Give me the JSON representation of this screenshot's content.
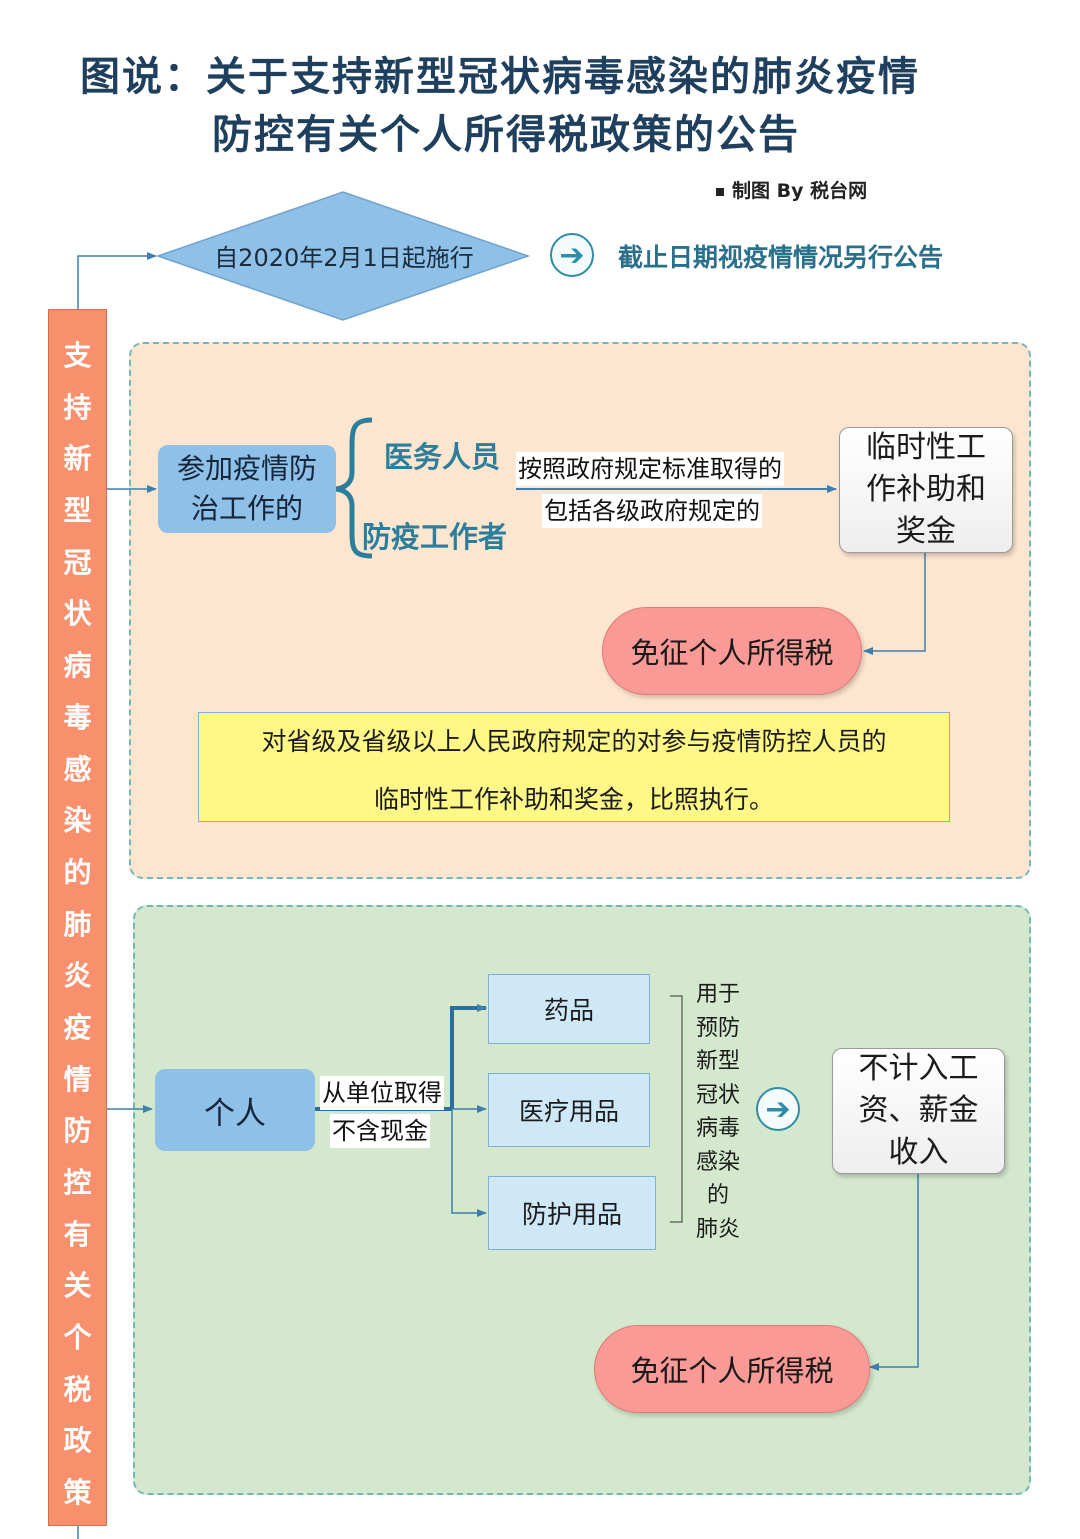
{
  "title": {
    "line1": "图说：关于支持新型冠状病毒感染的肺炎疫情",
    "line2": "防控有关个人所得税政策的公告"
  },
  "credit": "制图 By 税台网",
  "start": {
    "text": "自2020年2月1日起施行",
    "arrow_glyph": "➔",
    "deadline": "截止日期视疫情情况另行公告"
  },
  "side_bar": {
    "chars": [
      "支",
      "持",
      "新",
      "型",
      "冠",
      "状",
      "病",
      "毒",
      "感",
      "染",
      "的",
      "肺",
      "炎",
      "疫",
      "情",
      "防",
      "控",
      "有",
      "关",
      "个",
      "税",
      "政",
      "策"
    ]
  },
  "section1": {
    "participant": "参加疫情防治工作的",
    "participant_lines": [
      "参加疫情防",
      "治工作的"
    ],
    "roles": [
      "医务人员",
      "防疫工作者"
    ],
    "condition_line1": "按照政府规定标准取得的",
    "condition_line2": "包括各级政府规定的",
    "result_lines": [
      "临时性工",
      "作补助和",
      "奖金"
    ],
    "exempt": "免征个人所得税",
    "note_line1": "对省级及省级以上人民政府规定的对参与疫情防控人员的",
    "note_line2": "临时性工作补助和奖金，比照执行。"
  },
  "section2": {
    "person": "个人",
    "source_line1": "从单位取得",
    "source_line2": "不含现金",
    "items": [
      "药品",
      "医疗用品",
      "防护用品"
    ],
    "purpose_chars": [
      "用于",
      "预防",
      "新型",
      "冠状",
      "病毒",
      "感染",
      "的",
      "肺炎"
    ],
    "arrow_glyph": "➔",
    "result_lines": [
      "不计入工",
      "资、薪金",
      "收入"
    ],
    "exempt": "免征个人所得税"
  },
  "colors": {
    "title": "#1f3f5e",
    "side_bar": "#f8906e",
    "panel_top": "#fde6d0",
    "panel_bottom": "#d4e8cd",
    "diamond": "#8fc0e8",
    "exempt_oval": "#f99a96",
    "note": "#fff887",
    "connector": "#3f7fae"
  }
}
